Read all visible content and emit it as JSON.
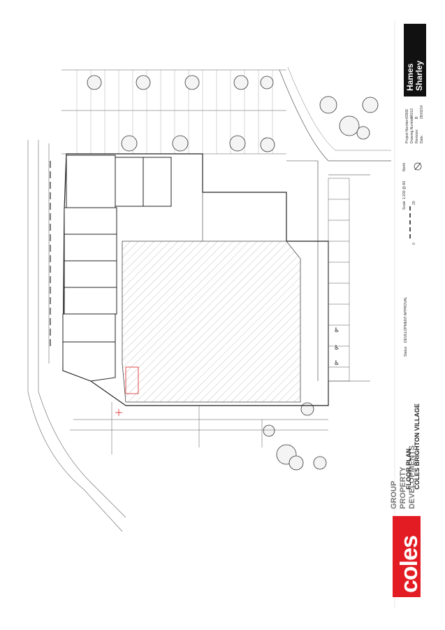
{
  "brand": {
    "logo_text": "coles",
    "group_line1": "GROUP",
    "group_line2": "PROPERTY",
    "group_line3": "DEVELOPMENTS",
    "red": "#e31b23"
  },
  "title": {
    "line1": "FLOOR PLAN",
    "line2": "COLES BRIGHTON VILLAGE"
  },
  "status": {
    "label": "Status",
    "value": "DEVELOPMENT APPROVAL"
  },
  "scale": {
    "label": "Scale",
    "value": "1:200 @ A3",
    "bar_start": "0",
    "bar_end": "20",
    "north": "North"
  },
  "architect": {
    "line1": "Hames",
    "line2": "Sharley"
  },
  "project": {
    "number_label": "Project Number:",
    "number_value": "42968",
    "drawing_label": "Drawing Number:",
    "drawing_value": "SK012",
    "revision_label": "Revision:",
    "revision_value": "B",
    "date_label": "Date:",
    "date_value": "05/03/14"
  }
}
